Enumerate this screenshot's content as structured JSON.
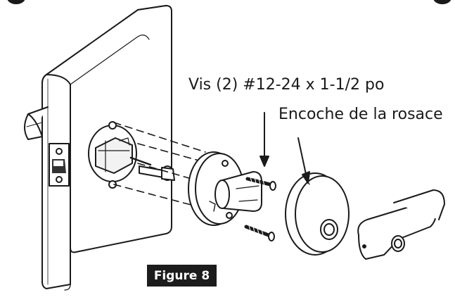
{
  "labels": {
    "screws": "Vis (2) #12-24 x 1-1/2 po",
    "rose_notch": "Encoche de la rosace"
  },
  "figure": {
    "caption": "Figure 8"
  },
  "colors": {
    "ink": "#1a1a1a",
    "tag_background": "#1c1c1c",
    "tag_text": "#ffffff",
    "paper": "#ffffff"
  }
}
